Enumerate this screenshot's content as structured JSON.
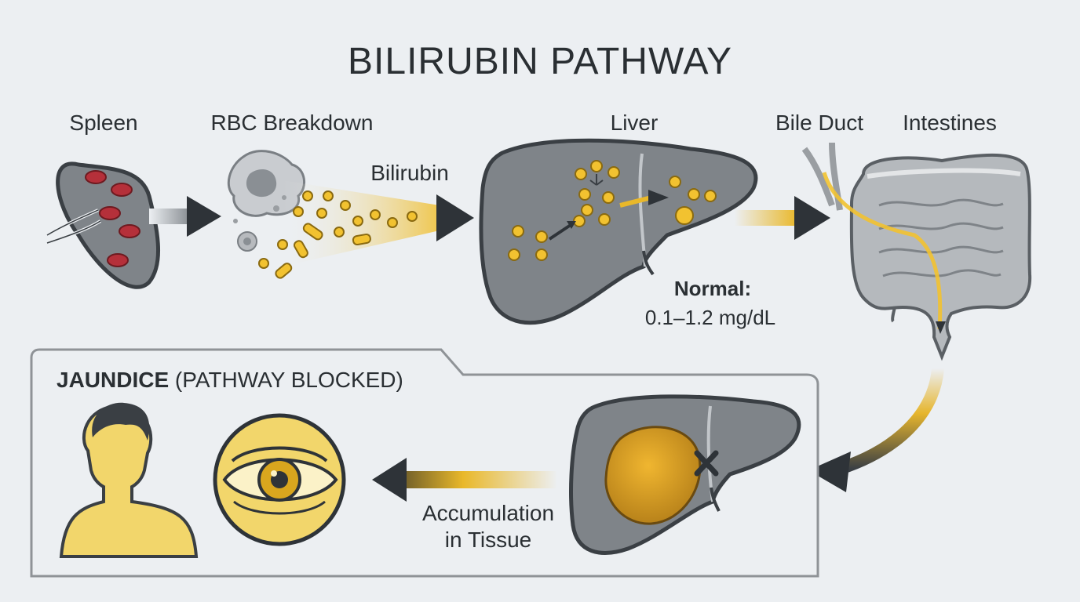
{
  "title": "BILIRUBIN PATHWAY",
  "stages": {
    "spleen": "Spleen",
    "rbc_breakdown": "RBC Breakdown",
    "bilirubin": "Bilirubin",
    "liver": "Liver",
    "bile_duct": "Bile Duct",
    "intestines": "Intestines"
  },
  "normal": {
    "label": "Normal:",
    "range": "0.1–1.2 mg/dL"
  },
  "jaundice": {
    "heading_bold": "JAUNDICE",
    "heading_rest": " (PATHWAY BLOCKED)",
    "accumulation_line1": "Accumulation",
    "accumulation_line2": "in Tissue"
  },
  "colors": {
    "background": "#eceff2",
    "organ_gray": "#7f8489",
    "outline": "#3a3f44",
    "bilirubin_yellow": "#f2c230",
    "jaundice_yellow": "#f2d66b",
    "rbc_red": "#b5303a"
  },
  "icons": [
    "spleen-icon",
    "rbc-breakdown-icon",
    "liver-icon",
    "bile-duct-icon",
    "intestines-icon",
    "blocked-liver-icon",
    "yellow-eye-icon",
    "person-icon"
  ]
}
